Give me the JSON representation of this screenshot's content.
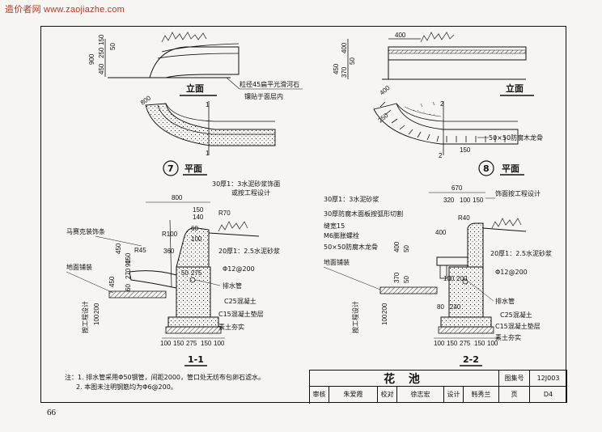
{
  "watermark": "造价者网 www.zaojiazhe.com",
  "page_number": "66",
  "views": {
    "view7": {
      "elevation_title": "立面",
      "plan_title": "平面",
      "circle_no": "7",
      "dims_vertical": [
        "900",
        "450",
        "250",
        "150",
        "50"
      ],
      "callout_stone": "粒径45扁平光滑河石",
      "callout_stone2": "镶贴于面层内",
      "dim_800": "800",
      "cut_1a": "1",
      "cut_1b": "1"
    },
    "view8": {
      "elevation_title": "立面",
      "plan_title": "平面",
      "circle_no": "8",
      "dim_400_top": "400",
      "dims_vertical": [
        "450",
        "400",
        "370",
        "50"
      ],
      "dim_400_plan": "400",
      "dim_250": "250",
      "dim_150": "150",
      "callout_joist": "50×50防腐木龙骨",
      "cut_2a": "2",
      "cut_2b": "2"
    },
    "section1": {
      "title": "1-1",
      "labels": {
        "finish": "30厚1：3水泥砂浆饰面",
        "finish2": "或按工程设计",
        "mosaic": "马赛克装饰条",
        "ground": "地面铺装",
        "mortar": "20厚1：2.5水泥砂浆",
        "rebar": "Φ12@200",
        "drain": "排水管",
        "c25": "C25混凝土",
        "c15": "C15混凝土垫层",
        "soil": "素土夯实",
        "design": "按工程设计"
      },
      "dims": [
        "800",
        "150",
        "140",
        "R70",
        "R100",
        "60",
        "100",
        "450",
        "R45",
        "360",
        "150",
        "450",
        "60",
        "270",
        "90",
        "275",
        "50",
        "100",
        "200",
        "100",
        "150",
        "275",
        "150",
        "100"
      ]
    },
    "section2": {
      "title": "2-2",
      "labels": {
        "mortar1": "30厚1：3水泥砂浆",
        "board": "30厚防腐木面板按弧形切割",
        "gap": "缝宽15",
        "bolt": "M6膨胀螺栓",
        "joist": "50×50防腐木龙骨",
        "ground": "地面铺装",
        "finish": "饰面按工程设计",
        "mortar2": "20厚1：2.5水泥砂浆",
        "rebar": "Φ12@200",
        "drain": "排水管",
        "c25": "C25混凝土",
        "c15": "C15混凝土垫层",
        "soil": "素土夯实",
        "design": "按工程设计"
      },
      "dims": [
        "670",
        "320",
        "100",
        "150",
        "R40",
        "400",
        "400",
        "50",
        "100",
        "200",
        "370",
        "50",
        "80",
        "240",
        "100",
        "200",
        "100",
        "150",
        "275",
        "150",
        "100"
      ]
    }
  },
  "notes": [
    "注：1. 排水管采用Φ50钢管，间距2000，管口处无纺布包卵石滤水。",
    "2. 本图未注明钢筋均为Φ6@200。"
  ],
  "title_block": {
    "name": "花  池",
    "set_label": "图集号",
    "set_no": "12J003",
    "review": "审核",
    "reviewer": "朱爱霞",
    "check": "校对",
    "checker": "徐志宏",
    "design": "设计",
    "designer": "韩秀兰",
    "page_label": "页",
    "page": "D4"
  }
}
